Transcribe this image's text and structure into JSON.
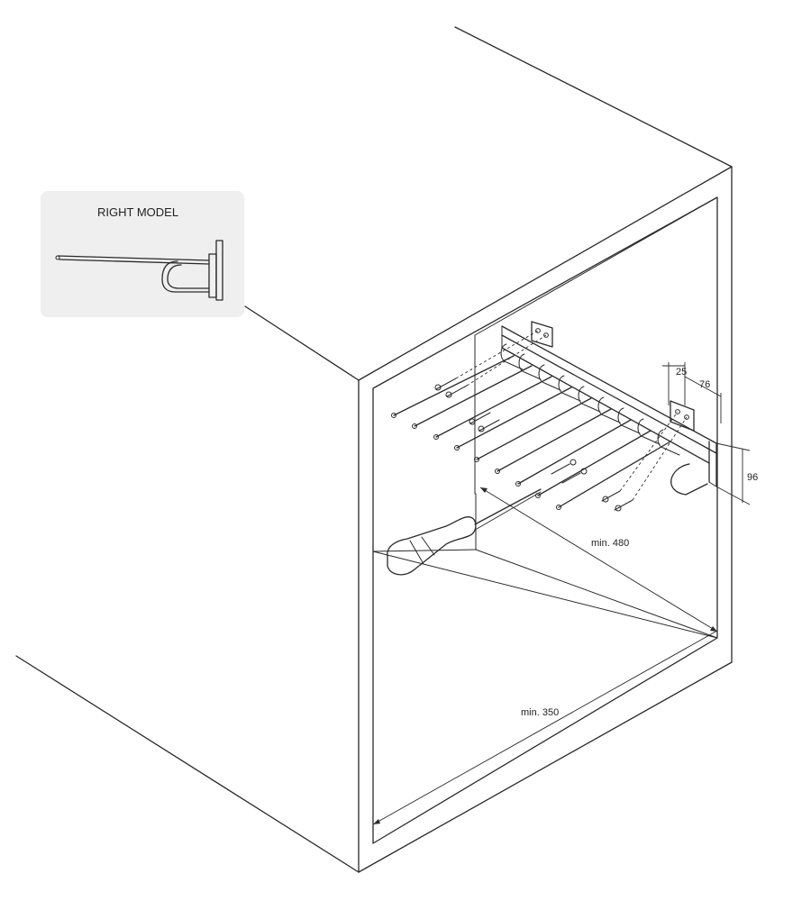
{
  "inset": {
    "title": "RIGHT MODEL",
    "background": "#efefef"
  },
  "dimensions": {
    "gap_small": "25",
    "offset": "76",
    "height": "96",
    "depth": "min. 480",
    "width": "min. 350"
  },
  "colors": {
    "line": "#2a2a2a",
    "inset_panel": "#efefef",
    "background": "#ffffff"
  }
}
